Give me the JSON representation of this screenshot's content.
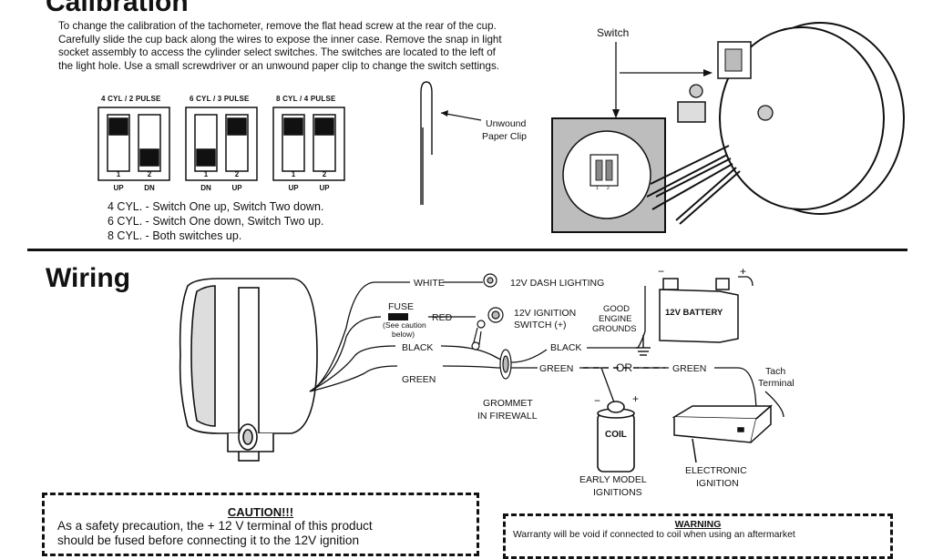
{
  "calibration": {
    "title": "Calibration",
    "paragraph": [
      "To change the calibration of the tachometer, remove the flat head screw at the rear of the cup.",
      "Carefully slide the cup back along the wires to expose the inner case. Remove the snap in light",
      "socket assembly to access the cylinder select switches. The switches are located to the left of",
      "the light hole. Use a small screwdriver or an unwound paper clip to change the switch settings."
    ],
    "switch_groups": [
      {
        "label": "4 CYL / 2 PULSE",
        "nums": [
          "1",
          "2"
        ],
        "states": [
          "UP",
          "DN"
        ]
      },
      {
        "label": "6 CYL / 3 PULSE",
        "nums": [
          "1",
          "2"
        ],
        "states": [
          "DN",
          "UP"
        ]
      },
      {
        "label": "8 CYL / 4 PULSE",
        "nums": [
          "1",
          "2"
        ],
        "states": [
          "UP",
          "UP"
        ]
      }
    ],
    "settings": [
      "4 CYL. - Switch One up, Switch Two down.",
      "6 CYL. - Switch One down, Switch Two up.",
      "8 CYL. - Both switches up."
    ],
    "paper_clip_label_1": "Unwound",
    "paper_clip_label_2": "Paper Clip",
    "switch_label": "Switch",
    "inset_nums": [
      "1",
      "2"
    ]
  },
  "wiring": {
    "title": "Wiring",
    "labels": {
      "white": "WHITE",
      "dash": "12V DASH LIGHTING",
      "fuse": "FUSE",
      "fuse_note_1": "(See caution",
      "fuse_note_2": "below)",
      "red": "RED",
      "ignition_1": "12V IGNITION",
      "ignition_2": "SWITCH (+)",
      "black_left": "BLACK",
      "black_right": "BLACK",
      "green_left": "GREEN",
      "green_mid": "GREEN",
      "green_right": "GREEN",
      "or": "OR",
      "good": "GOOD",
      "engine": "ENGINE",
      "grounds": "GROUNDS",
      "battery": "12V BATTERY",
      "grommet_1": "GROMMET",
      "grommet_2": "IN FIREWALL",
      "coil": "COIL",
      "early_1": "EARLY MODEL",
      "early_2": "IGNITIONS",
      "electronic_1": "ELECTRONIC",
      "electronic_2": "IGNITION",
      "tach_1": "Tach",
      "tach_2": "Terminal",
      "minus": "−",
      "plus": "+"
    }
  },
  "caution": {
    "title": "CAUTION!!!",
    "line1": "As a safety precaution, the + 12 V terminal of this product",
    "line2": "should be fused before connecting it to the 12V ignition"
  },
  "warning": {
    "title": "WARNING",
    "line1": "Warranty will be void if connected to coil when using an aftermarket"
  }
}
